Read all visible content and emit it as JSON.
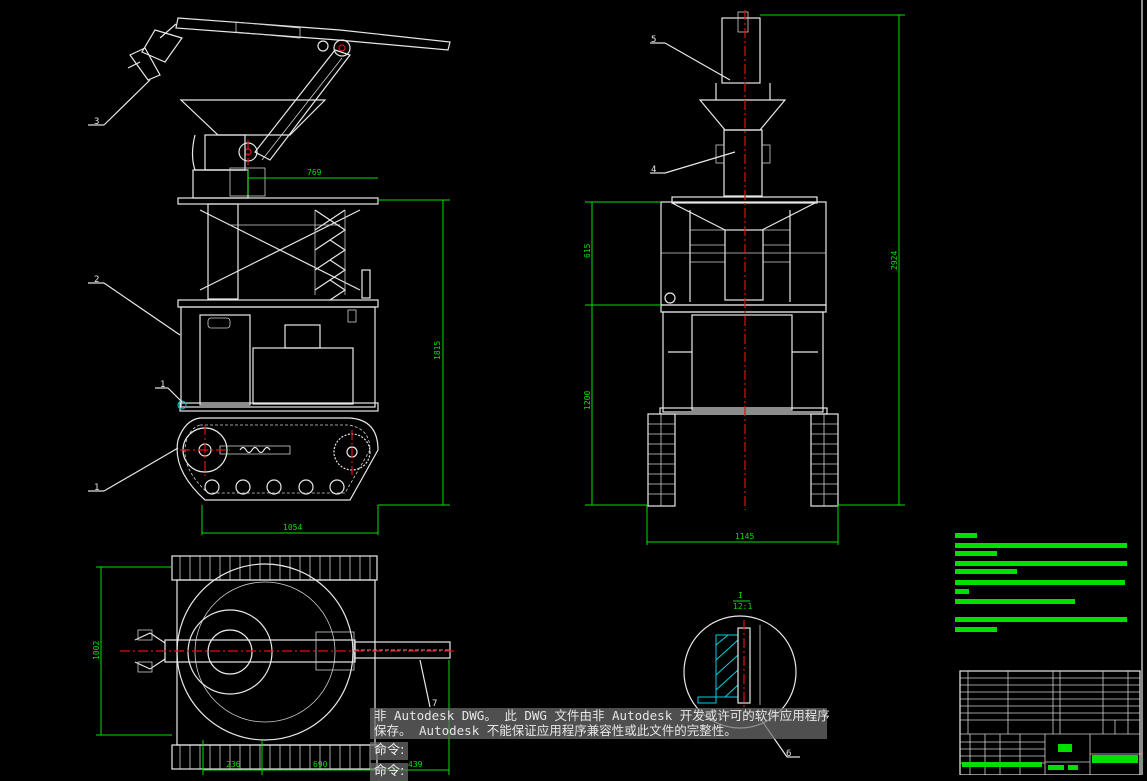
{
  "drawing": {
    "background": "#000000",
    "line_color": "#e8e8e8",
    "dimension_color": "#00e000",
    "centerline_color": "#e01010",
    "side_view": {
      "dimensions": {
        "platform_offset": "769",
        "total_height": "1815",
        "track_length": "1054"
      },
      "part_labels": [
        "3",
        "2",
        "1",
        "1"
      ]
    },
    "front_view": {
      "dimensions": {
        "upper_height": "615",
        "lower_height": "1200",
        "overall_height": "2924",
        "width": "1145"
      },
      "part_labels": [
        "5",
        "4"
      ]
    },
    "plan_view": {
      "dimensions": {
        "width": "1002",
        "left": "236",
        "middle": "690",
        "right": "439"
      },
      "part_labels": [
        "7"
      ]
    },
    "detail_view": {
      "label": "I",
      "scale": "12:1",
      "part_labels": [
        "6"
      ]
    },
    "title_block": {
      "rows": 7
    }
  },
  "command_line": {
    "message_line1": "非 Autodesk DWG。 此 DWG 文件由非 Autodesk 开发或许可的软件应用程序",
    "message_line2": "保存。 Autodesk 不能保证应用程序兼容性或此文件的完整性。",
    "prompt1": "命令:",
    "prompt2": "命令:"
  }
}
